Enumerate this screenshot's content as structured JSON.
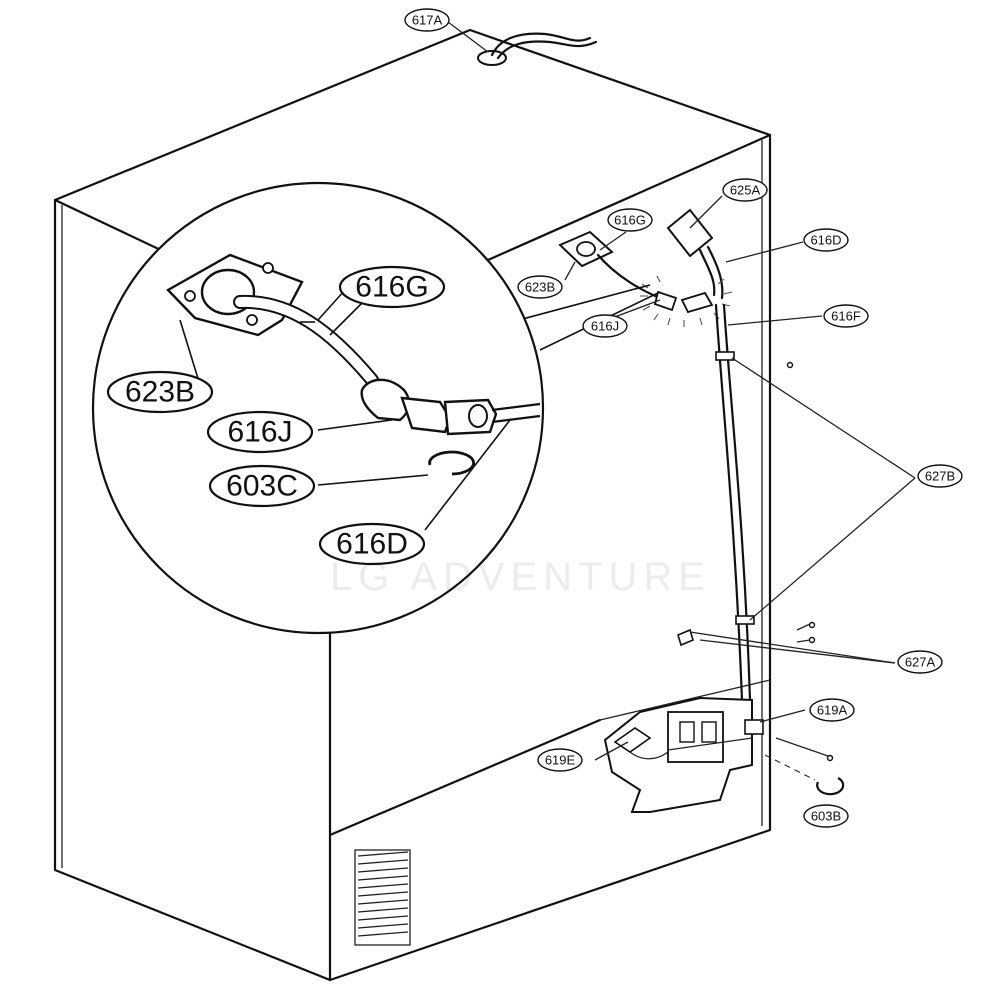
{
  "diagram": {
    "watermark": "LG ADVENTURE",
    "labels": {
      "l617A": "617A",
      "l625A": "625A",
      "l616G": "616G",
      "l616D": "616D",
      "l623B": "623B",
      "l616F": "616F",
      "l616J": "616J",
      "l627B": "627B",
      "l627A": "627A",
      "l619A": "619A",
      "l619E": "619E",
      "l603B": "603B",
      "b616G": "616G",
      "b623B": "623B",
      "b616J": "616J",
      "b603C": "603C",
      "b616D": "616D"
    }
  }
}
